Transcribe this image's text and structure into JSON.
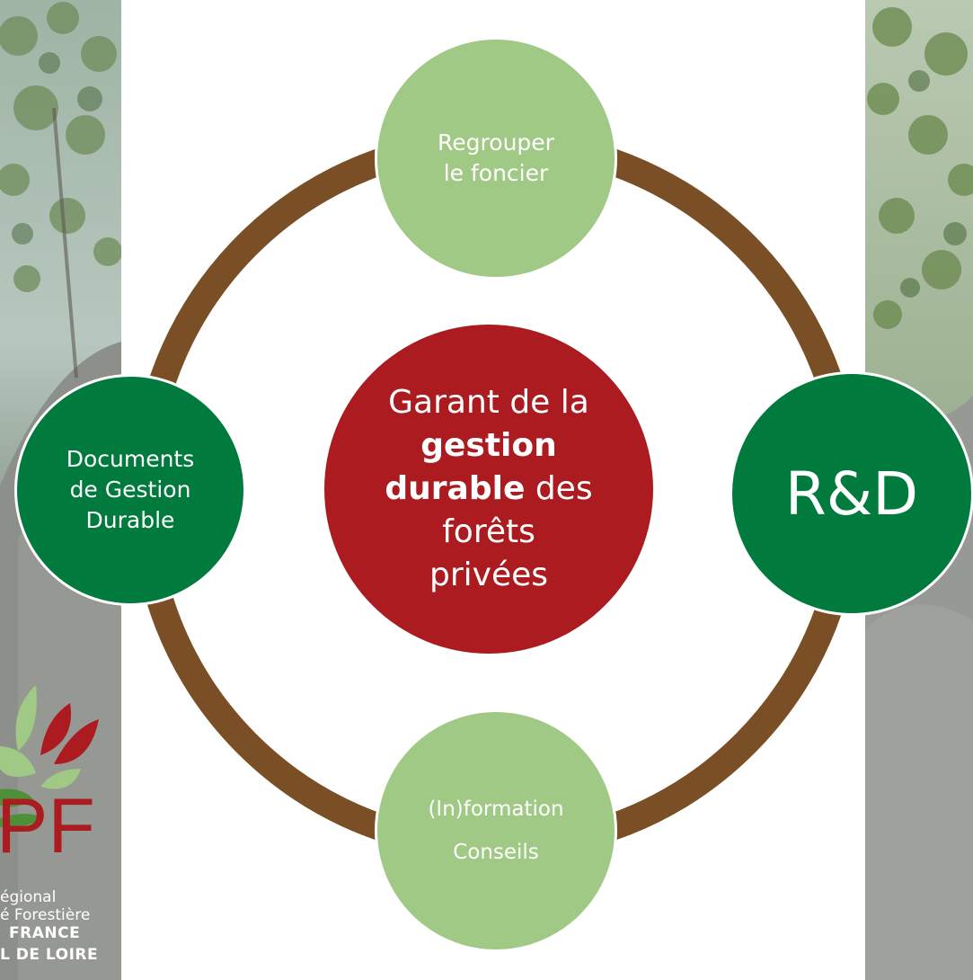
{
  "diagram": {
    "top": {
      "line1": "Regrouper",
      "line2": "le foncier"
    },
    "left": {
      "line1": "Documents",
      "line2": "de Gestion",
      "line3": "Durable"
    },
    "right": {
      "label": "R&D"
    },
    "bottom": {
      "line1": "(In)formation",
      "line2": "Conseils"
    },
    "center": {
      "part1": "Garant de la",
      "bold1": "gestion",
      "bold2": "durable",
      "part2": "des",
      "part3": "forêts",
      "part4": "privées"
    }
  },
  "logo": {
    "letters": "PF",
    "line1": "égional",
    "line2": "é Forestière",
    "line3": "FRANCE",
    "line4": "L DE LOIRE"
  },
  "colors": {
    "ring": "#7b4f25",
    "light_green": "#a0c985",
    "dark_green": "#007b3d",
    "red": "#ab1b20"
  }
}
